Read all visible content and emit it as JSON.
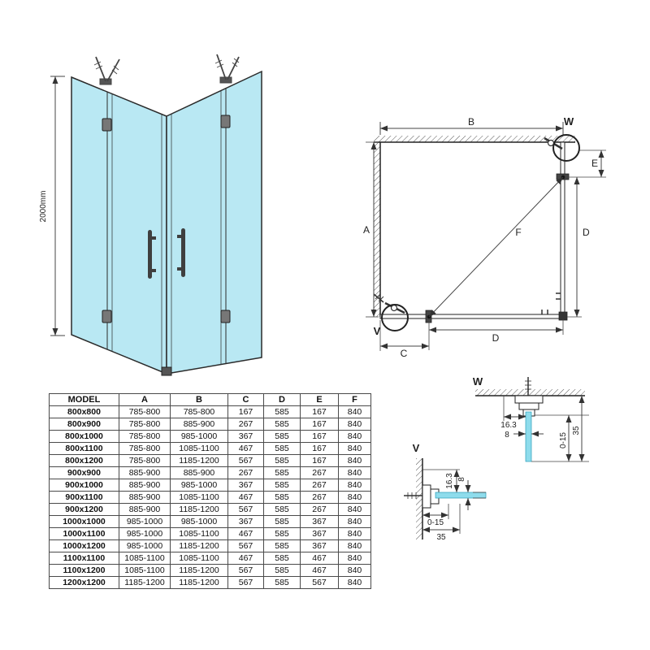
{
  "iso_view": {
    "height_dim": "2000mm"
  },
  "plan_view": {
    "dim_a_label": "A",
    "dim_b_label": "B",
    "dim_c_label": "C",
    "dim_d_right_label": "D",
    "dim_d_bottom_label": "D",
    "dim_e_label": "E",
    "dim_f_label": "F",
    "detail_v_marker": "V",
    "detail_w_marker": "W"
  },
  "detail_w": {
    "label": "W",
    "dim_offset": "16.3",
    "dim_glass_thickness": "8",
    "dim_adjust_range": "0-15",
    "dim_profile_width": "35"
  },
  "detail_v": {
    "label": "V",
    "dim_offset": "16.3",
    "dim_glass_thickness": "8",
    "dim_adjust_range": "0-15",
    "dim_profile_width": "35"
  },
  "spec_table": {
    "headers": [
      "MODEL",
      "A",
      "B",
      "C",
      "D",
      "E",
      "F"
    ],
    "rows": [
      [
        "800x800",
        "785-800",
        "785-800",
        "167",
        "585",
        "167",
        "840"
      ],
      [
        "800x900",
        "785-800",
        "885-900",
        "267",
        "585",
        "167",
        "840"
      ],
      [
        "800x1000",
        "785-800",
        "985-1000",
        "367",
        "585",
        "167",
        "840"
      ],
      [
        "800x1100",
        "785-800",
        "1085-1100",
        "467",
        "585",
        "167",
        "840"
      ],
      [
        "800x1200",
        "785-800",
        "1185-1200",
        "567",
        "585",
        "167",
        "840"
      ],
      [
        "900x900",
        "885-900",
        "885-900",
        "267",
        "585",
        "267",
        "840"
      ],
      [
        "900x1000",
        "885-900",
        "985-1000",
        "367",
        "585",
        "267",
        "840"
      ],
      [
        "900x1100",
        "885-900",
        "1085-1100",
        "467",
        "585",
        "267",
        "840"
      ],
      [
        "900x1200",
        "885-900",
        "1185-1200",
        "567",
        "585",
        "267",
        "840"
      ],
      [
        "1000x1000",
        "985-1000",
        "985-1000",
        "367",
        "585",
        "367",
        "840"
      ],
      [
        "1000x1100",
        "985-1000",
        "1085-1100",
        "467",
        "585",
        "367",
        "840"
      ],
      [
        "1000x1200",
        "985-1000",
        "1185-1200",
        "567",
        "585",
        "367",
        "840"
      ],
      [
        "1100x1100",
        "1085-1100",
        "1085-1100",
        "467",
        "585",
        "467",
        "840"
      ],
      [
        "1100x1200",
        "1085-1100",
        "1185-1200",
        "567",
        "585",
        "467",
        "840"
      ],
      [
        "1200x1200",
        "1185-1200",
        "1185-1200",
        "567",
        "585",
        "567",
        "840"
      ]
    ]
  },
  "colors": {
    "glass": "#b9e8f3",
    "glass_detail": "#8edcec",
    "line": "#222222"
  }
}
